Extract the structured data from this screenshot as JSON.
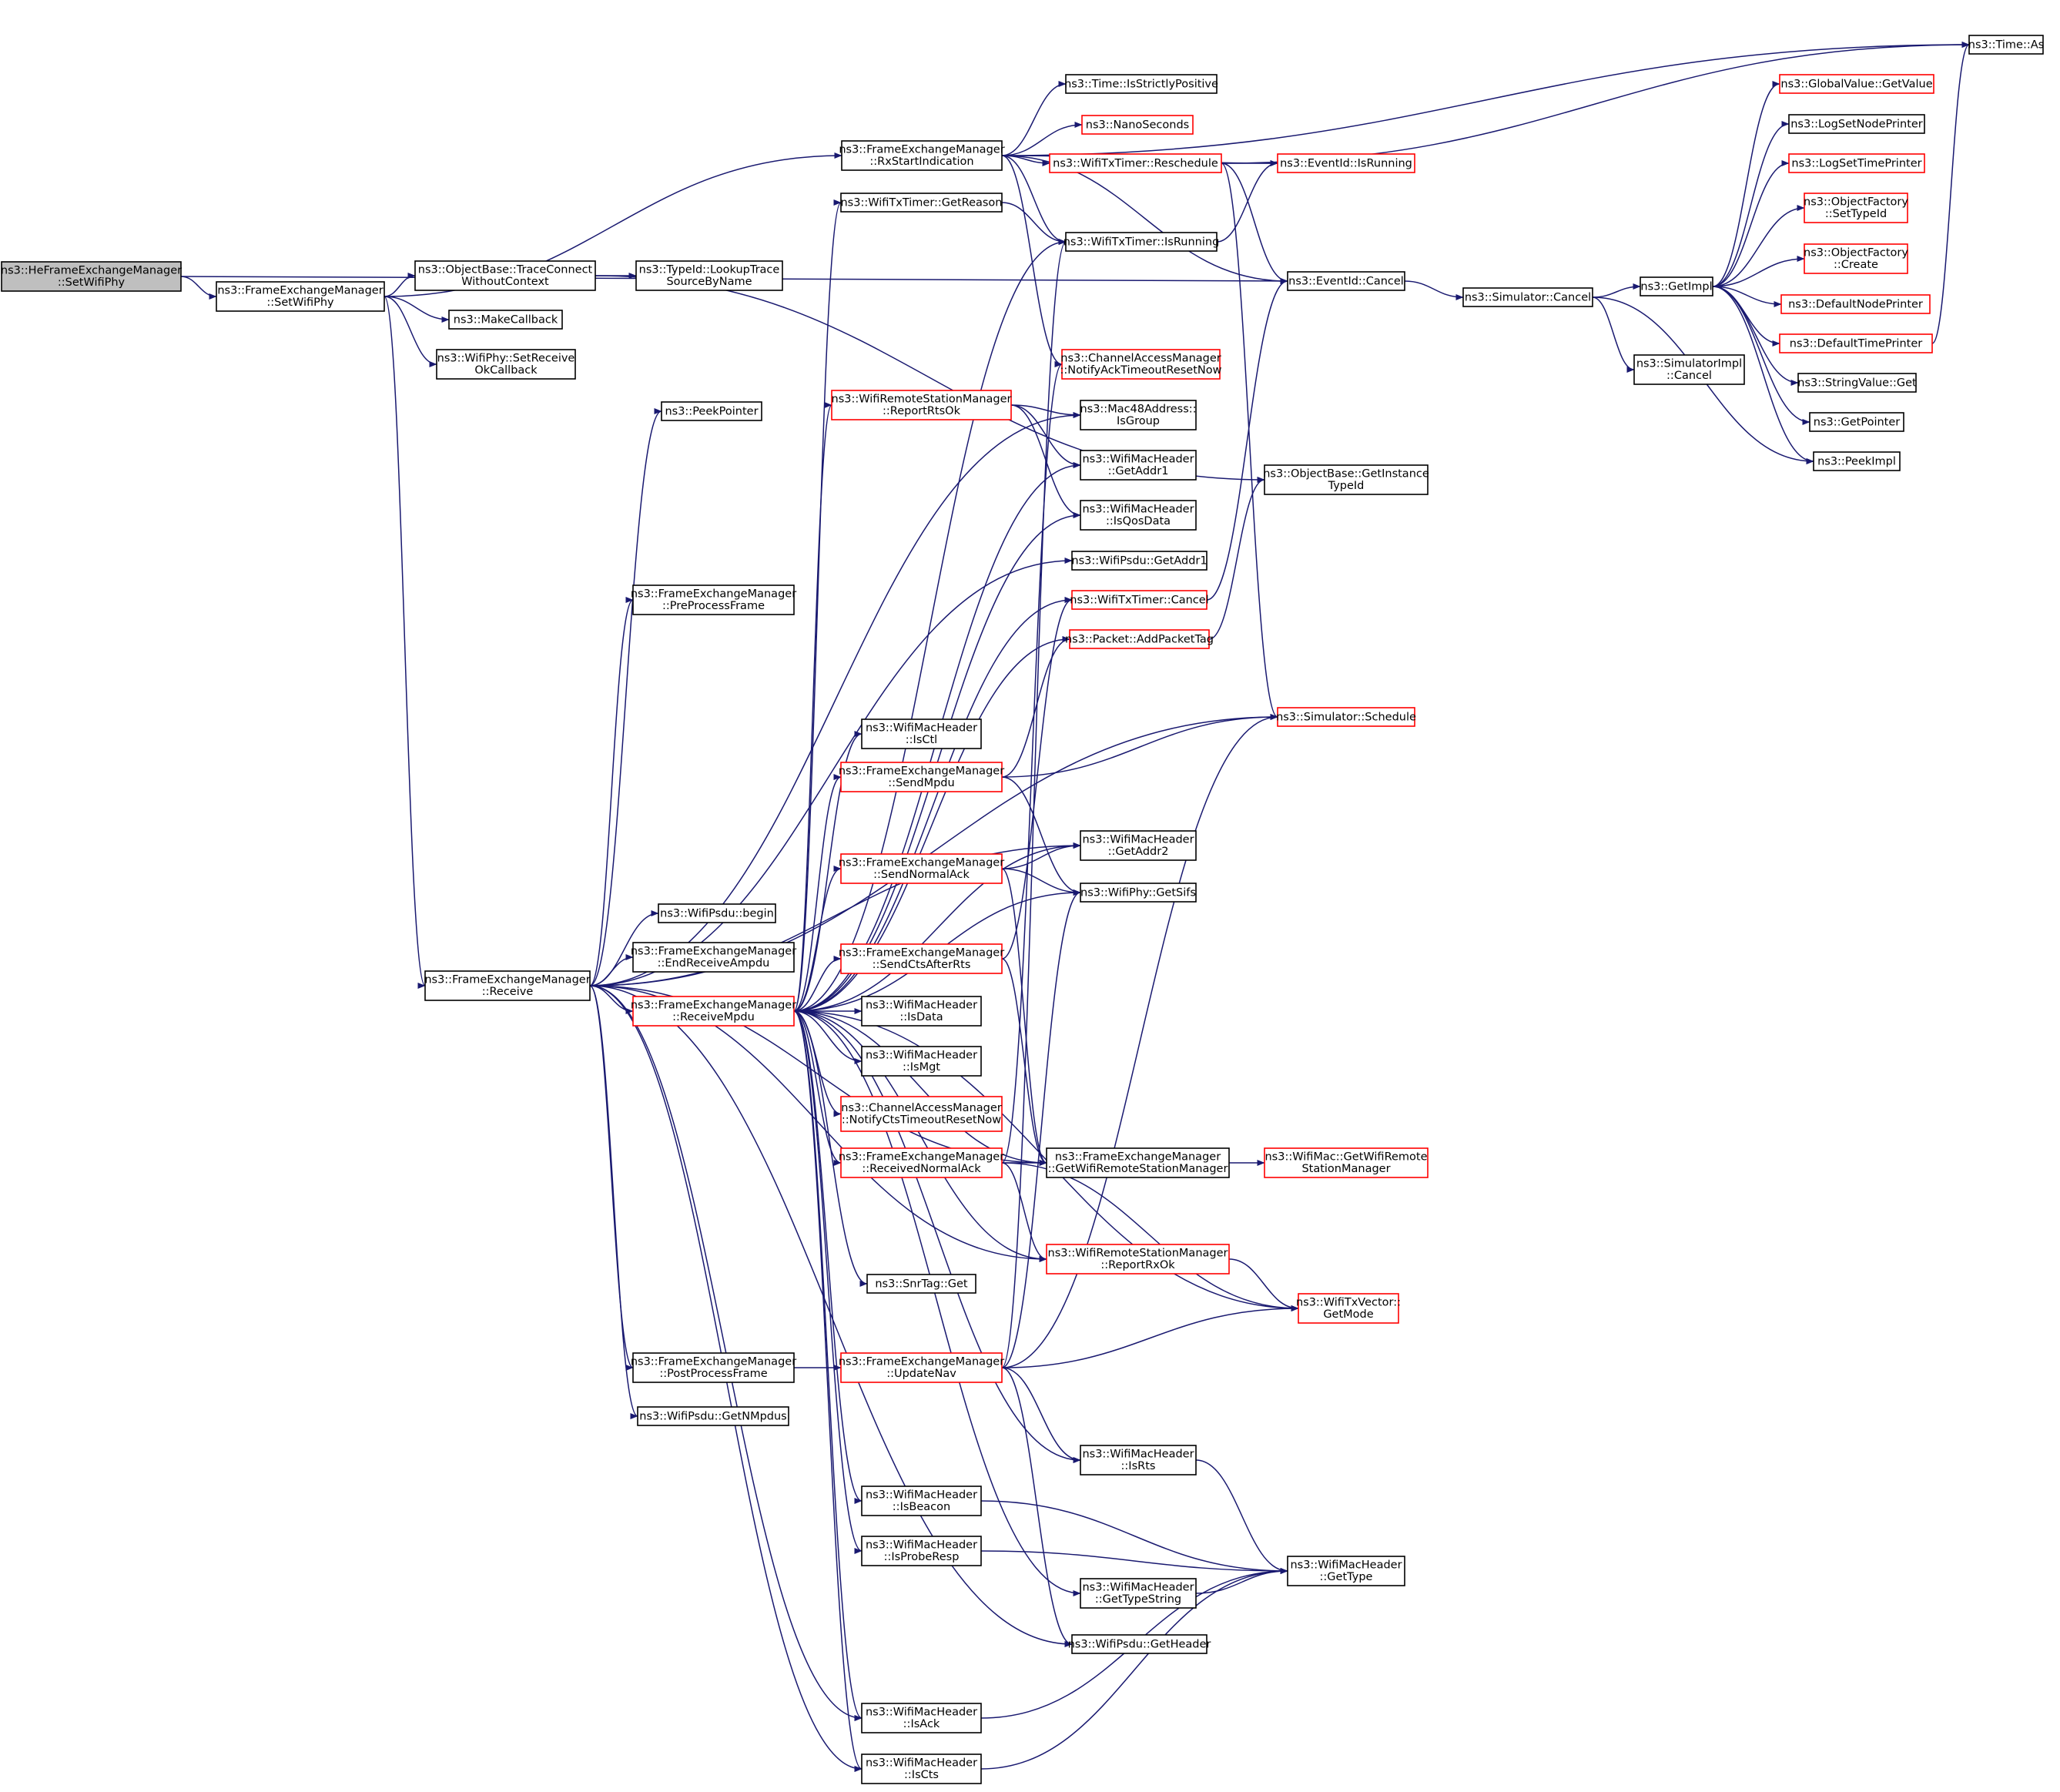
{
  "colors": {
    "edge": "#191970",
    "node_border": "#000000",
    "node_border_truncated": "#ff0000",
    "focus_fill": "#bfbfbf",
    "node_fill": "#ffffff"
  },
  "nodes": [
    {
      "id": "n0",
      "lines": [
        "ns3::HeFrameExchangeManager",
        "::SetWifiPhy"
      ],
      "style": "focus"
    },
    {
      "id": "n1",
      "lines": [
        "ns3::FrameExchangeManager",
        "::SetWifiPhy"
      ],
      "style": "normal"
    },
    {
      "id": "n2",
      "lines": [
        "ns3::FrameExchangeManager",
        "::RxStartIndication"
      ],
      "style": "normal"
    },
    {
      "id": "n3",
      "lines": [
        "ns3::Time::As"
      ],
      "style": "normal"
    },
    {
      "id": "n4",
      "lines": [
        "ns3::Time::IsStrictlyPositive"
      ],
      "style": "normal"
    },
    {
      "id": "n5",
      "lines": [
        "ns3::NanoSeconds"
      ],
      "style": "truncated"
    },
    {
      "id": "n6",
      "lines": [
        "ns3::WifiTxTimer::Reschedule"
      ],
      "style": "truncated"
    },
    {
      "id": "n7",
      "lines": [
        "ns3::EventId::IsRunning"
      ],
      "style": "truncated"
    },
    {
      "id": "n8",
      "lines": [
        "ns3::WifiTxTimer::GetReason"
      ],
      "style": "normal"
    },
    {
      "id": "n9",
      "lines": [
        "ns3::WifiTxTimer::IsRunning"
      ],
      "style": "normal"
    },
    {
      "id": "n10",
      "lines": [
        "ns3::EventId::Cancel"
      ],
      "style": "normal"
    },
    {
      "id": "n11",
      "lines": [
        "ns3::Simulator::Cancel"
      ],
      "style": "normal"
    },
    {
      "id": "n12",
      "lines": [
        "ns3::GetImpl"
      ],
      "style": "normal"
    },
    {
      "id": "n13",
      "lines": [
        "ns3::GlobalValue::GetValue"
      ],
      "style": "truncated"
    },
    {
      "id": "n14",
      "lines": [
        "ns3::LogSetNodePrinter"
      ],
      "style": "normal"
    },
    {
      "id": "n15",
      "lines": [
        "ns3::LogSetTimePrinter"
      ],
      "style": "truncated"
    },
    {
      "id": "n16",
      "lines": [
        "ns3::ObjectFactory",
        "::SetTypeId"
      ],
      "style": "truncated"
    },
    {
      "id": "n17",
      "lines": [
        "ns3::ObjectFactory",
        "::Create"
      ],
      "style": "truncated"
    },
    {
      "id": "n18",
      "lines": [
        "ns3::DefaultNodePrinter"
      ],
      "style": "truncated"
    },
    {
      "id": "n19",
      "lines": [
        "ns3::DefaultTimePrinter"
      ],
      "style": "truncated"
    },
    {
      "id": "n20",
      "lines": [
        "ns3::StringValue::Get"
      ],
      "style": "normal"
    },
    {
      "id": "n21",
      "lines": [
        "ns3::GetPointer"
      ],
      "style": "normal"
    },
    {
      "id": "n22",
      "lines": [
        "ns3::PeekImpl"
      ],
      "style": "normal"
    },
    {
      "id": "n23",
      "lines": [
        "ns3::SimulatorImpl",
        "::Cancel"
      ],
      "style": "normal"
    },
    {
      "id": "n24",
      "lines": [
        "ns3::ObjectBase::TraceConnect",
        "WithoutContext"
      ],
      "style": "normal"
    },
    {
      "id": "n25",
      "lines": [
        "ns3::TypeId::LookupTrace",
        "SourceByName"
      ],
      "style": "normal"
    },
    {
      "id": "n26",
      "lines": [
        "ns3::MakeCallback"
      ],
      "style": "normal"
    },
    {
      "id": "n27",
      "lines": [
        "ns3::WifiPhy::SetReceive",
        "OkCallback"
      ],
      "style": "normal"
    },
    {
      "id": "n28",
      "lines": [
        "ns3::ObjectBase::GetInstance",
        "TypeId"
      ],
      "style": "normal"
    },
    {
      "id": "n29",
      "lines": [
        "ns3::ChannelAccessManager",
        "::NotifyAckTimeoutResetNow"
      ],
      "style": "truncated"
    },
    {
      "id": "n30",
      "lines": [
        "ns3::PeekPointer"
      ],
      "style": "normal"
    },
    {
      "id": "n31",
      "lines": [
        "ns3::WifiRemoteStationManager",
        "::ReportRtsOk"
      ],
      "style": "truncated"
    },
    {
      "id": "n32",
      "lines": [
        "ns3::Mac48Address::",
        "IsGroup"
      ],
      "style": "normal"
    },
    {
      "id": "n33",
      "lines": [
        "ns3::WifiMacHeader",
        "::GetAddr1"
      ],
      "style": "normal"
    },
    {
      "id": "n34",
      "lines": [
        "ns3::WifiMacHeader",
        "::IsQosData"
      ],
      "style": "normal"
    },
    {
      "id": "n35",
      "lines": [
        "ns3::WifiPsdu::GetAddr1"
      ],
      "style": "normal"
    },
    {
      "id": "n36",
      "lines": [
        "ns3::FrameExchangeManager",
        "::PreProcessFrame"
      ],
      "style": "normal"
    },
    {
      "id": "n37",
      "lines": [
        "ns3::WifiTxTimer::Cancel"
      ],
      "style": "truncated"
    },
    {
      "id": "n38",
      "lines": [
        "ns3::Packet::AddPacketTag"
      ],
      "style": "truncated"
    },
    {
      "id": "n39",
      "lines": [
        "ns3::Simulator::Schedule"
      ],
      "style": "truncated"
    },
    {
      "id": "n40",
      "lines": [
        "ns3::WifiMacHeader",
        "::IsCtl"
      ],
      "style": "normal"
    },
    {
      "id": "n41",
      "lines": [
        "ns3::FrameExchangeManager",
        "::SendMpdu"
      ],
      "style": "truncated"
    },
    {
      "id": "n42",
      "lines": [
        "ns3::WifiMacHeader",
        "::GetAddr2"
      ],
      "style": "normal"
    },
    {
      "id": "n43",
      "lines": [
        "ns3::FrameExchangeManager",
        "::SendNormalAck"
      ],
      "style": "truncated"
    },
    {
      "id": "n44",
      "lines": [
        "ns3::WifiPhy::GetSifs"
      ],
      "style": "normal"
    },
    {
      "id": "n45",
      "lines": [
        "ns3::WifiPsdu::begin"
      ],
      "style": "normal"
    },
    {
      "id": "n46",
      "lines": [
        "ns3::FrameExchangeManager",
        "::EndReceiveAmpdu"
      ],
      "style": "normal"
    },
    {
      "id": "n47",
      "lines": [
        "ns3::FrameExchangeManager",
        "::SendCtsAfterRts"
      ],
      "style": "truncated"
    },
    {
      "id": "n48",
      "lines": [
        "ns3::FrameExchangeManager",
        "::Receive"
      ],
      "style": "normal"
    },
    {
      "id": "n49",
      "lines": [
        "ns3::FrameExchangeManager",
        "::ReceiveMpdu"
      ],
      "style": "truncated"
    },
    {
      "id": "n50",
      "lines": [
        "ns3::WifiMacHeader",
        "::IsData"
      ],
      "style": "normal"
    },
    {
      "id": "n51",
      "lines": [
        "ns3::WifiMacHeader",
        "::IsMgt"
      ],
      "style": "normal"
    },
    {
      "id": "n52",
      "lines": [
        "ns3::ChannelAccessManager",
        "::NotifyCtsTimeoutResetNow"
      ],
      "style": "truncated"
    },
    {
      "id": "n53",
      "lines": [
        "ns3::FrameExchangeManager",
        "::ReceivedNormalAck"
      ],
      "style": "truncated"
    },
    {
      "id": "n54",
      "lines": [
        "ns3::FrameExchangeManager",
        "::GetWifiRemoteStationManager"
      ],
      "style": "normal"
    },
    {
      "id": "n55",
      "lines": [
        "ns3::WifiMac::GetWifiRemote",
        "StationManager"
      ],
      "style": "truncated"
    },
    {
      "id": "n56",
      "lines": [
        "ns3::WifiRemoteStationManager",
        "::ReportRxOk"
      ],
      "style": "truncated"
    },
    {
      "id": "n57",
      "lines": [
        "ns3::SnrTag::Get"
      ],
      "style": "normal"
    },
    {
      "id": "n58",
      "lines": [
        "ns3::WifiTxVector::",
        "GetMode"
      ],
      "style": "truncated"
    },
    {
      "id": "n59",
      "lines": [
        "ns3::FrameExchangeManager",
        "::PostProcessFrame"
      ],
      "style": "normal"
    },
    {
      "id": "n60",
      "lines": [
        "ns3::FrameExchangeManager",
        "::UpdateNav"
      ],
      "style": "truncated"
    },
    {
      "id": "n61",
      "lines": [
        "ns3::WifiPsdu::GetNMpdus"
      ],
      "style": "normal"
    },
    {
      "id": "n62",
      "lines": [
        "ns3::WifiMacHeader",
        "::IsRts"
      ],
      "style": "normal"
    },
    {
      "id": "n63",
      "lines": [
        "ns3::WifiMacHeader",
        "::IsBeacon"
      ],
      "style": "normal"
    },
    {
      "id": "n64",
      "lines": [
        "ns3::WifiMacHeader",
        "::IsProbeResp"
      ],
      "style": "normal"
    },
    {
      "id": "n65",
      "lines": [
        "ns3::WifiMacHeader",
        "::GetType"
      ],
      "style": "normal"
    },
    {
      "id": "n66",
      "lines": [
        "ns3::WifiMacHeader",
        "::GetTypeString"
      ],
      "style": "normal"
    },
    {
      "id": "n67",
      "lines": [
        "ns3::WifiPsdu::GetHeader"
      ],
      "style": "normal"
    },
    {
      "id": "n68",
      "lines": [
        "ns3::WifiMacHeader",
        "::IsAck"
      ],
      "style": "normal"
    },
    {
      "id": "n69",
      "lines": [
        "ns3::WifiMacHeader",
        "::IsCts"
      ],
      "style": "normal"
    }
  ],
  "edges": [
    [
      "n0",
      "n1"
    ],
    [
      "n0",
      "n10"
    ],
    [
      "n1",
      "n2"
    ],
    [
      "n1",
      "n24"
    ],
    [
      "n1",
      "n26"
    ],
    [
      "n1",
      "n27"
    ],
    [
      "n1",
      "n48"
    ],
    [
      "n2",
      "n3"
    ],
    [
      "n2",
      "n4"
    ],
    [
      "n2",
      "n5"
    ],
    [
      "n2",
      "n6"
    ],
    [
      "n2",
      "n7"
    ],
    [
      "n2",
      "n9"
    ],
    [
      "n2",
      "n10"
    ],
    [
      "n2",
      "n29"
    ],
    [
      "n6",
      "n3"
    ],
    [
      "n6",
      "n7"
    ],
    [
      "n6",
      "n10"
    ],
    [
      "n6",
      "n39"
    ],
    [
      "n8",
      "n9"
    ],
    [
      "n9",
      "n7"
    ],
    [
      "n10",
      "n11"
    ],
    [
      "n11",
      "n12"
    ],
    [
      "n11",
      "n23"
    ],
    [
      "n11",
      "n22"
    ],
    [
      "n12",
      "n13"
    ],
    [
      "n12",
      "n14"
    ],
    [
      "n12",
      "n15"
    ],
    [
      "n12",
      "n16"
    ],
    [
      "n12",
      "n17"
    ],
    [
      "n12",
      "n18"
    ],
    [
      "n12",
      "n19"
    ],
    [
      "n12",
      "n20"
    ],
    [
      "n12",
      "n21"
    ],
    [
      "n12",
      "n22"
    ],
    [
      "n19",
      "n3"
    ],
    [
      "n24",
      "n25"
    ],
    [
      "n24",
      "n28"
    ],
    [
      "n48",
      "n30"
    ],
    [
      "n48",
      "n32"
    ],
    [
      "n48",
      "n35"
    ],
    [
      "n48",
      "n36"
    ],
    [
      "n48",
      "n39"
    ],
    [
      "n48",
      "n42"
    ],
    [
      "n48",
      "n45"
    ],
    [
      "n48",
      "n46"
    ],
    [
      "n48",
      "n49"
    ],
    [
      "n48",
      "n54"
    ],
    [
      "n48",
      "n56"
    ],
    [
      "n48",
      "n59"
    ],
    [
      "n48",
      "n61"
    ],
    [
      "n48",
      "n67"
    ],
    [
      "n48",
      "n68"
    ],
    [
      "n48",
      "n69"
    ],
    [
      "n49",
      "n8"
    ],
    [
      "n49",
      "n9"
    ],
    [
      "n49",
      "n31"
    ],
    [
      "n49",
      "n33"
    ],
    [
      "n49",
      "n34"
    ],
    [
      "n49",
      "n37"
    ],
    [
      "n49",
      "n38"
    ],
    [
      "n49",
      "n40"
    ],
    [
      "n49",
      "n41"
    ],
    [
      "n49",
      "n42"
    ],
    [
      "n49",
      "n43"
    ],
    [
      "n49",
      "n44"
    ],
    [
      "n49",
      "n47"
    ],
    [
      "n49",
      "n50"
    ],
    [
      "n49",
      "n51"
    ],
    [
      "n49",
      "n52"
    ],
    [
      "n49",
      "n53"
    ],
    [
      "n49",
      "n54"
    ],
    [
      "n49",
      "n56"
    ],
    [
      "n49",
      "n57"
    ],
    [
      "n49",
      "n58"
    ],
    [
      "n49",
      "n62"
    ],
    [
      "n49",
      "n63"
    ],
    [
      "n49",
      "n64"
    ],
    [
      "n49",
      "n66"
    ],
    [
      "n49",
      "n68"
    ],
    [
      "n49",
      "n69"
    ],
    [
      "n31",
      "n32"
    ],
    [
      "n31",
      "n33"
    ],
    [
      "n31",
      "n34"
    ],
    [
      "n37",
      "n10"
    ],
    [
      "n38",
      "n28"
    ],
    [
      "n41",
      "n38"
    ],
    [
      "n41",
      "n39"
    ],
    [
      "n41",
      "n44"
    ],
    [
      "n43",
      "n42"
    ],
    [
      "n43",
      "n44"
    ],
    [
      "n43",
      "n54"
    ],
    [
      "n47",
      "n37"
    ],
    [
      "n47",
      "n54"
    ],
    [
      "n53",
      "n29"
    ],
    [
      "n53",
      "n54"
    ],
    [
      "n53",
      "n56"
    ],
    [
      "n53",
      "n58"
    ],
    [
      "n54",
      "n55"
    ],
    [
      "n56",
      "n58"
    ],
    [
      "n59",
      "n60"
    ],
    [
      "n60",
      "n9"
    ],
    [
      "n60",
      "n39"
    ],
    [
      "n60",
      "n44"
    ],
    [
      "n60",
      "n58"
    ],
    [
      "n60",
      "n62"
    ],
    [
      "n60",
      "n67"
    ],
    [
      "n62",
      "n65"
    ],
    [
      "n63",
      "n65"
    ],
    [
      "n64",
      "n65"
    ],
    [
      "n66",
      "n65"
    ],
    [
      "n68",
      "n65"
    ],
    [
      "n69",
      "n65"
    ]
  ]
}
